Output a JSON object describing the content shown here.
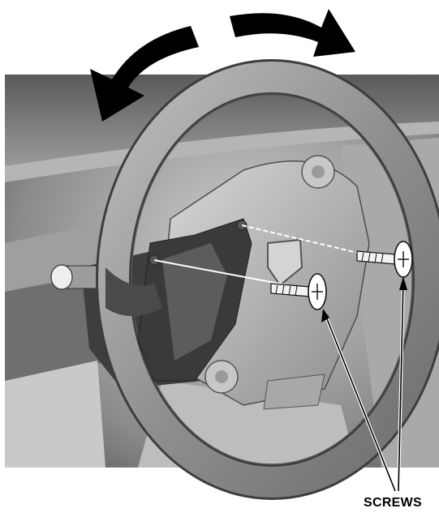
{
  "callout": {
    "label": "SCREWS"
  },
  "icons": {
    "rotate_left": "curved-arrow-counterclockwise",
    "rotate_right": "curved-arrow-clockwise"
  },
  "colors": {
    "arrow": "#000000",
    "background": "#ffffff"
  }
}
